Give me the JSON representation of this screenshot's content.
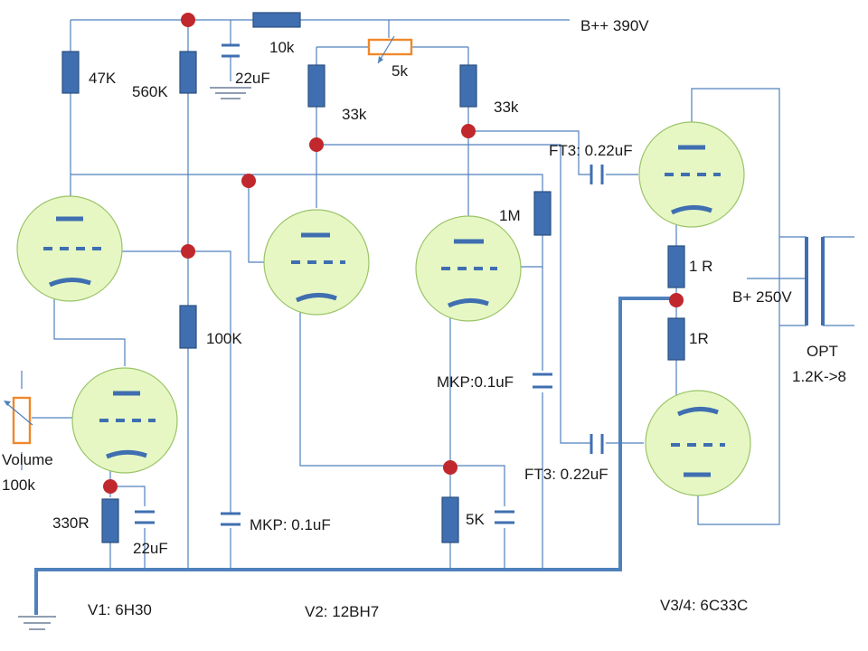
{
  "labels": {
    "b_plus_plus": "B++ 390V",
    "b_plus": "B+ 250V",
    "r_47k": "47K",
    "r_560k": "560K",
    "c_22uf_top": "22uF",
    "r_10k": "10k",
    "pot_5k": "5k",
    "r_33k_left": "33k",
    "r_33k_right": "33k",
    "r_1m": "1M",
    "c_ft3_top": "FT3: 0.22uF",
    "c_ft3_bottom": "FT3: 0.22uF",
    "r_1r_top": "1 R",
    "r_1r_bottom": "1R",
    "r_100k": "100K",
    "c_mkp_right": "MKP:0.1uF",
    "c_mkp_left": "MKP: 0.1uF",
    "volume_line1": "Volume",
    "volume_line2": "100k",
    "r_330r": "330R",
    "c_22uf_bottom": "22uF",
    "r_5k": "5K",
    "opt_line1": "OPT",
    "opt_line2": "1.2K->8",
    "v1": "V1: 6H30",
    "v2": "V2: 12BH7",
    "v34": "V3/4: 6C33C"
  },
  "colors": {
    "wire": "#4f81bd",
    "resistor": "#3f6fb0",
    "potentiometer": "#f0882a",
    "node": "#c0282d",
    "tube_fill": "#e6f7c4",
    "tube_stroke": "#9ac467"
  }
}
